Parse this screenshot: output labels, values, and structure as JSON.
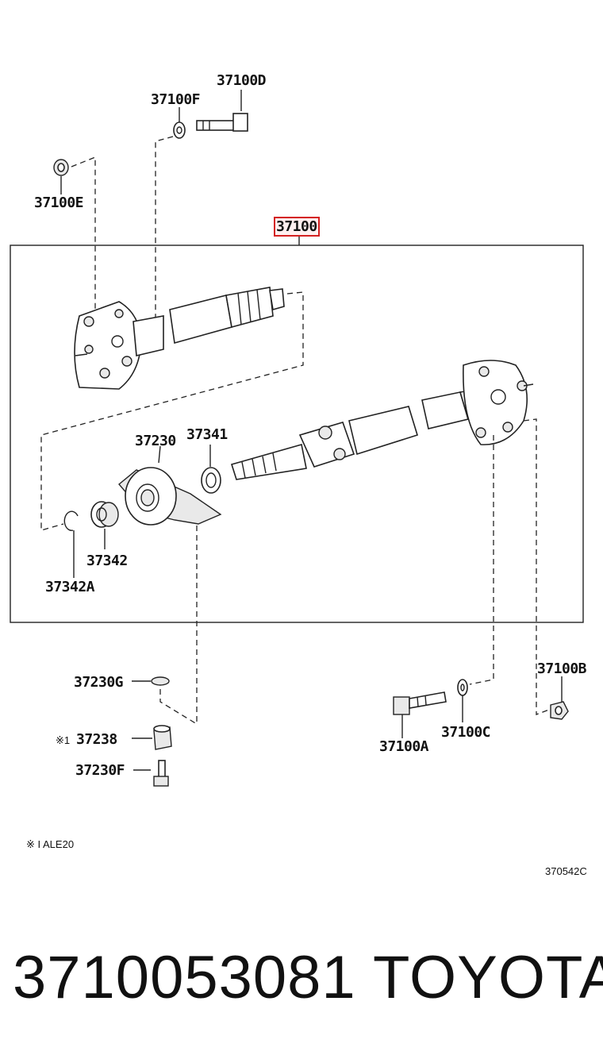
{
  "parts": {
    "p37100D": "37100D",
    "p37100F": "37100F",
    "p37100E": "37100E",
    "p37100": "37100",
    "p37230": "37230",
    "p37341": "37341",
    "p37342": "37342",
    "p37342A": "37342A",
    "p37100B": "37100B",
    "p37230G": "37230G",
    "p37238": "37238",
    "p37100C": "37100C",
    "p37100A": "37100A",
    "p37230F": "37230F"
  },
  "note_mark": "※1",
  "footnote": "※ I  ALE20",
  "diagram_code": "370542C",
  "part_number": "3710053081",
  "brand": "TOYOTA",
  "highlight_color": "#d42020"
}
